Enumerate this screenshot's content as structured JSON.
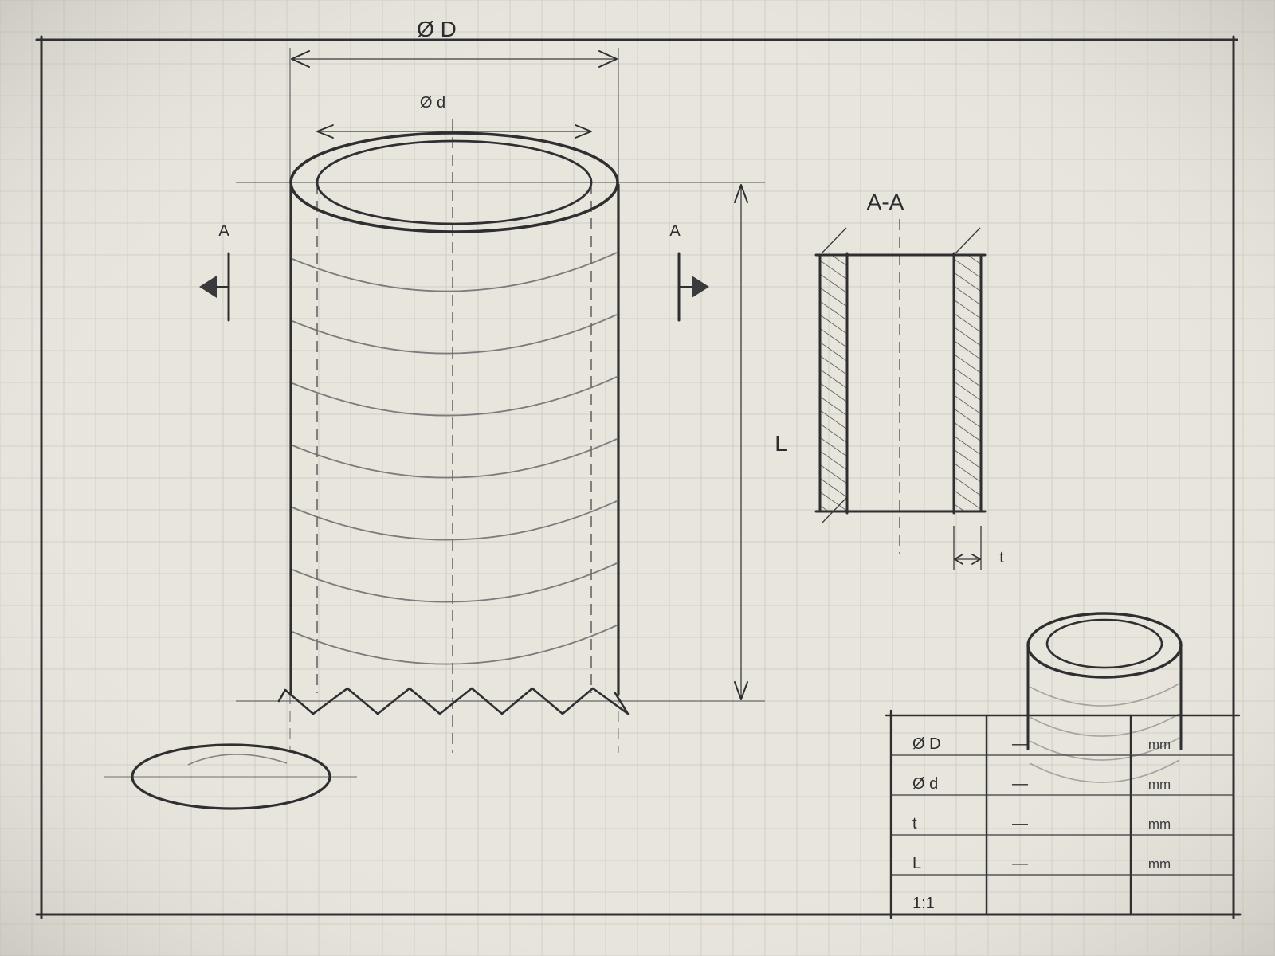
{
  "drawing": {
    "dim_outer_diameter": "Ø D",
    "dim_inner_diameter": "Ø d",
    "dim_length": "L",
    "dim_thickness": "t",
    "section_marker_left": "A",
    "section_marker_right": "A",
    "section_title": "A-A"
  },
  "title_block": {
    "rows": [
      {
        "param": "Ø D",
        "value": "—",
        "unit": "mm"
      },
      {
        "param": "Ø d",
        "value": "—",
        "unit": "mm"
      },
      {
        "param": "t",
        "value": "—",
        "unit": "mm"
      },
      {
        "param": "L",
        "value": "—",
        "unit": "mm"
      },
      {
        "param": "1:1",
        "value": "",
        "unit": ""
      }
    ]
  },
  "colors": {
    "paper": "#e6e3db",
    "grid": "#cfcdc6",
    "ink": "#2f2f31"
  }
}
